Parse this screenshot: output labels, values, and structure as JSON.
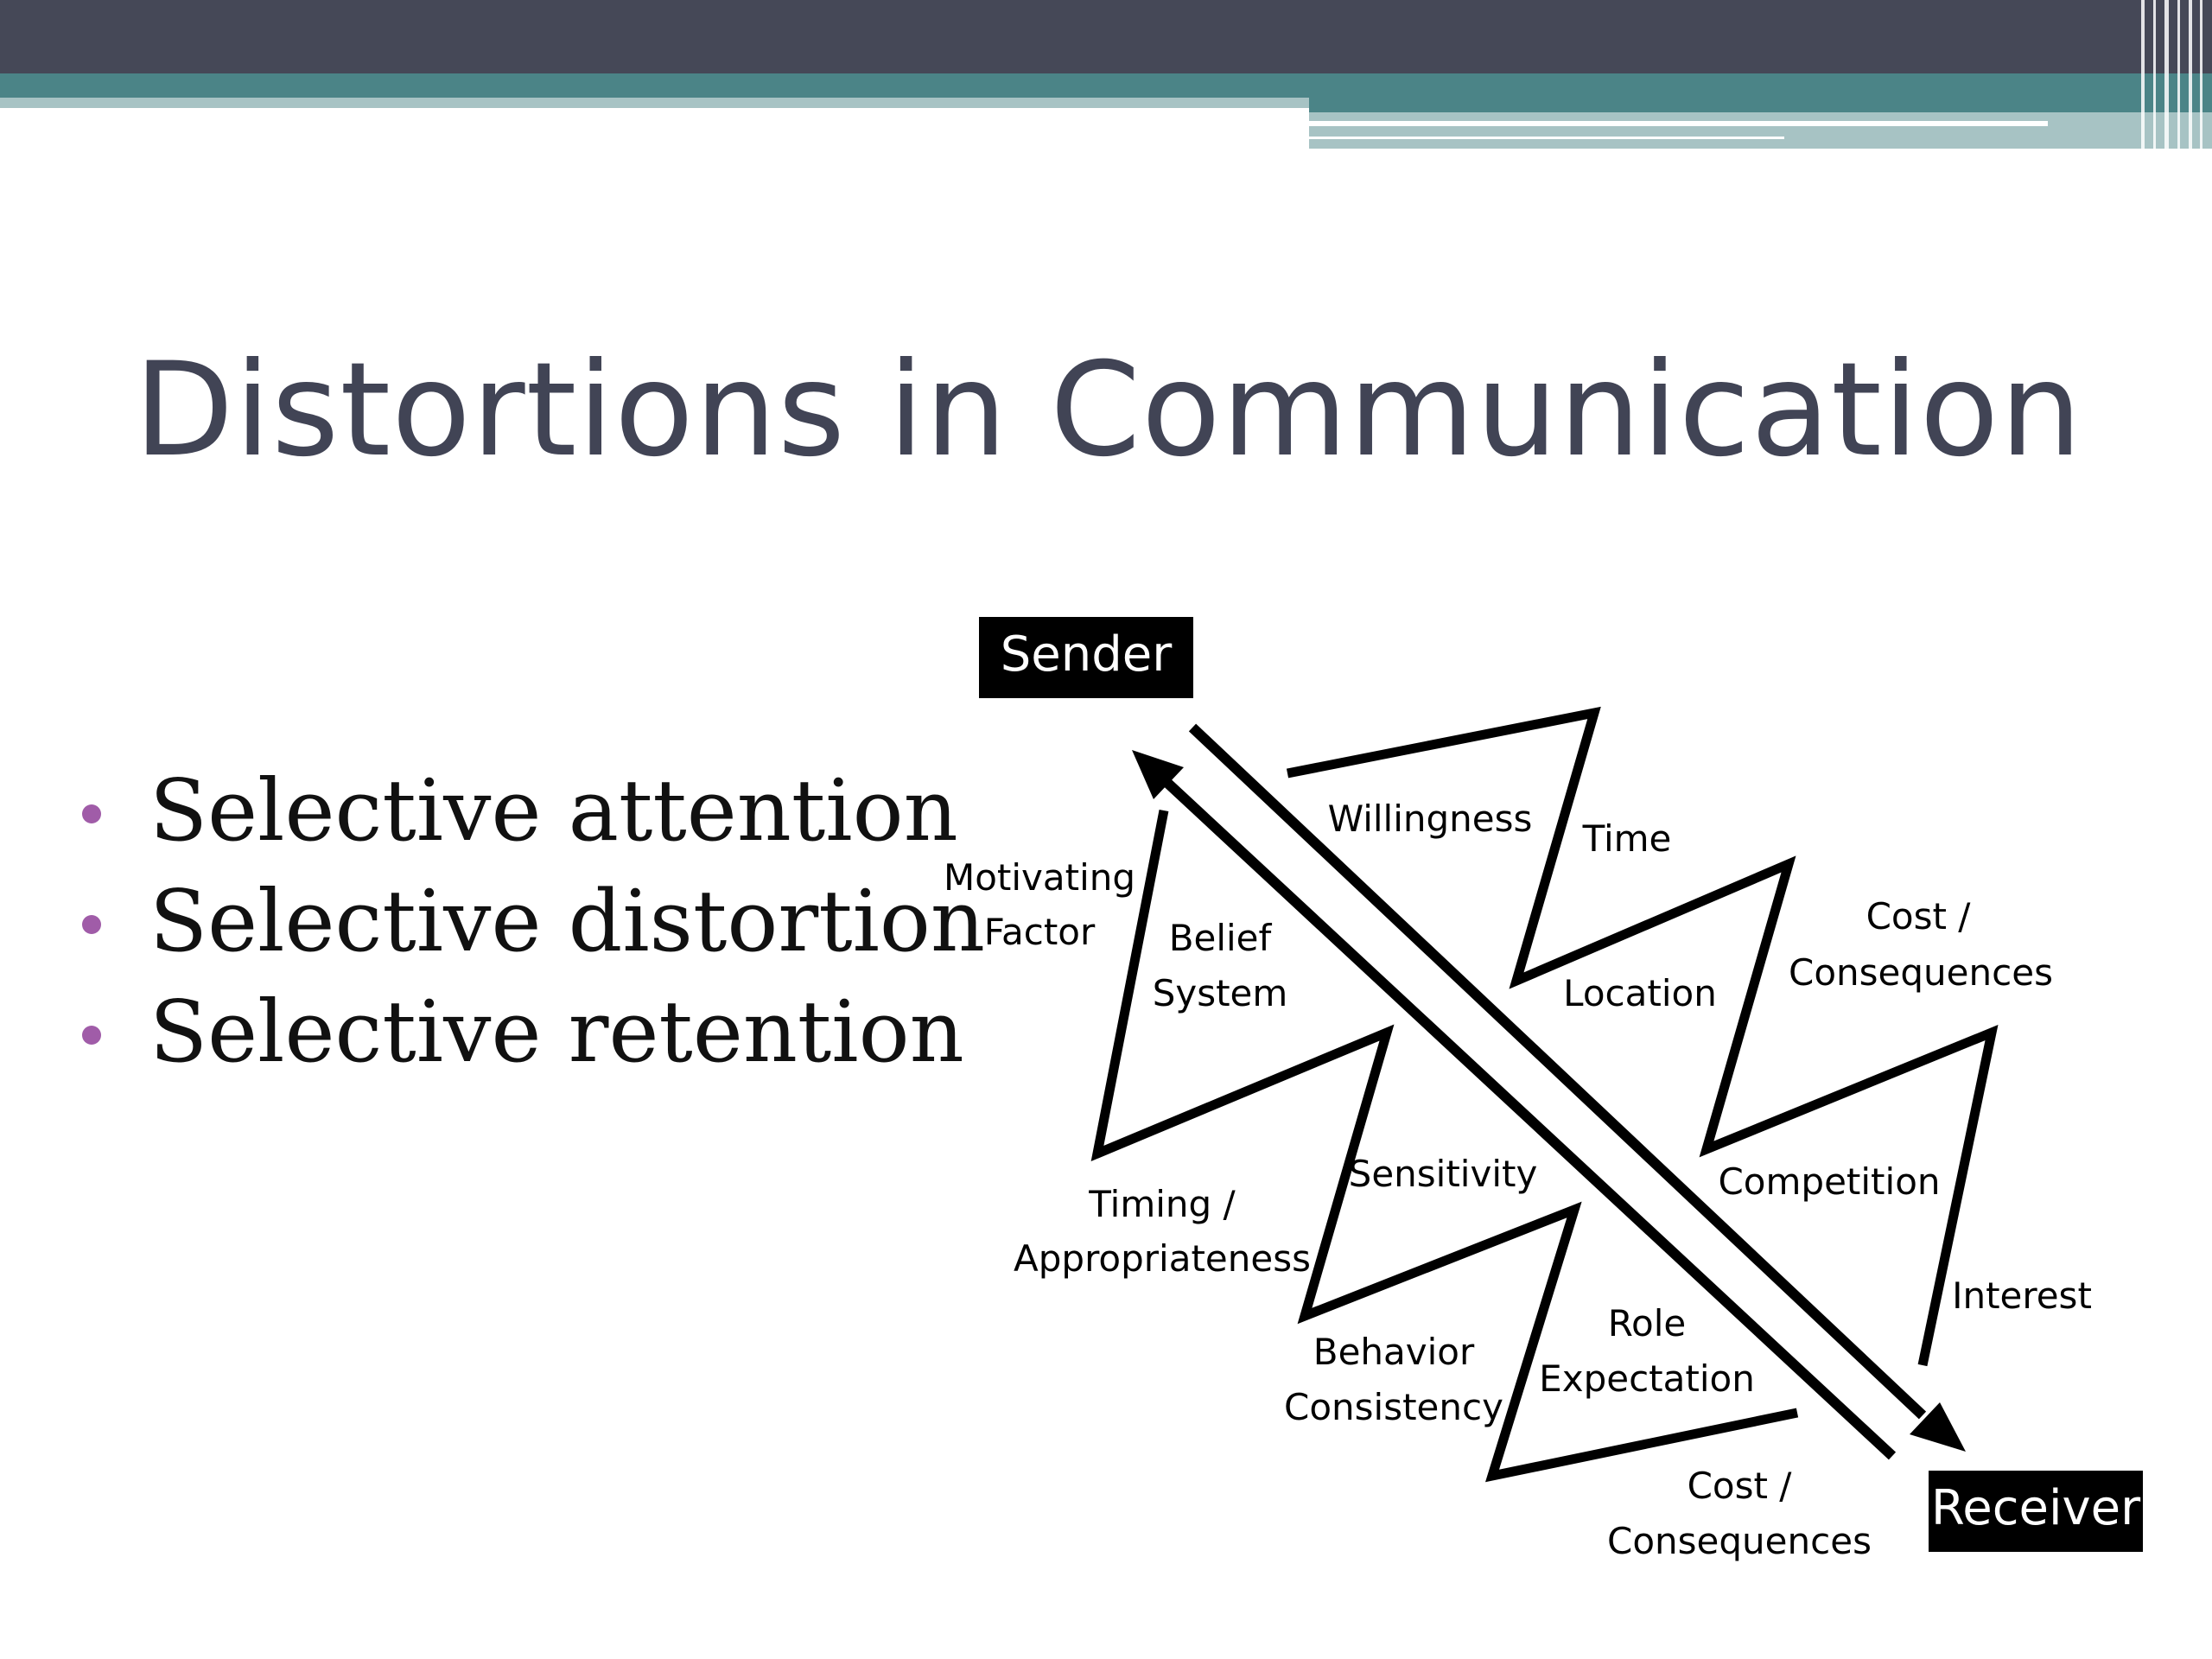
{
  "colors": {
    "banner_dark": "#454857",
    "banner_teal": "#4b8487",
    "banner_teal_light": "#a7c3c4",
    "title": "#414455",
    "bullet_dot": "#a05ca8",
    "diagram_ink": "#000000",
    "box_text": "#ffffff"
  },
  "slide": {
    "title": "Distortions in Communication",
    "bullets": [
      "Selective attention",
      "Selective distortion",
      "Selective retention"
    ]
  },
  "diagram": {
    "sender": "Sender",
    "receiver": "Receiver",
    "labels": {
      "motivating_1": "Motivating",
      "motivating_2": "Factor",
      "willingness": "Willingness",
      "time": "Time",
      "belief_1": "Belief",
      "belief_2": "System",
      "location": "Location",
      "cost_top_1": "Cost /",
      "cost_top_2": "Consequences",
      "sensitivity": "Sensitivity",
      "competition": "Competition",
      "timing_1": "Timing /",
      "timing_2": "Appropriateness",
      "interest": "Interest",
      "role_1": "Role",
      "role_2": "Expectation",
      "behavior_1": "Behavior",
      "behavior_2": "Consistency",
      "cost_bottom_1": "Cost /",
      "cost_bottom_2": "Consequences"
    }
  }
}
